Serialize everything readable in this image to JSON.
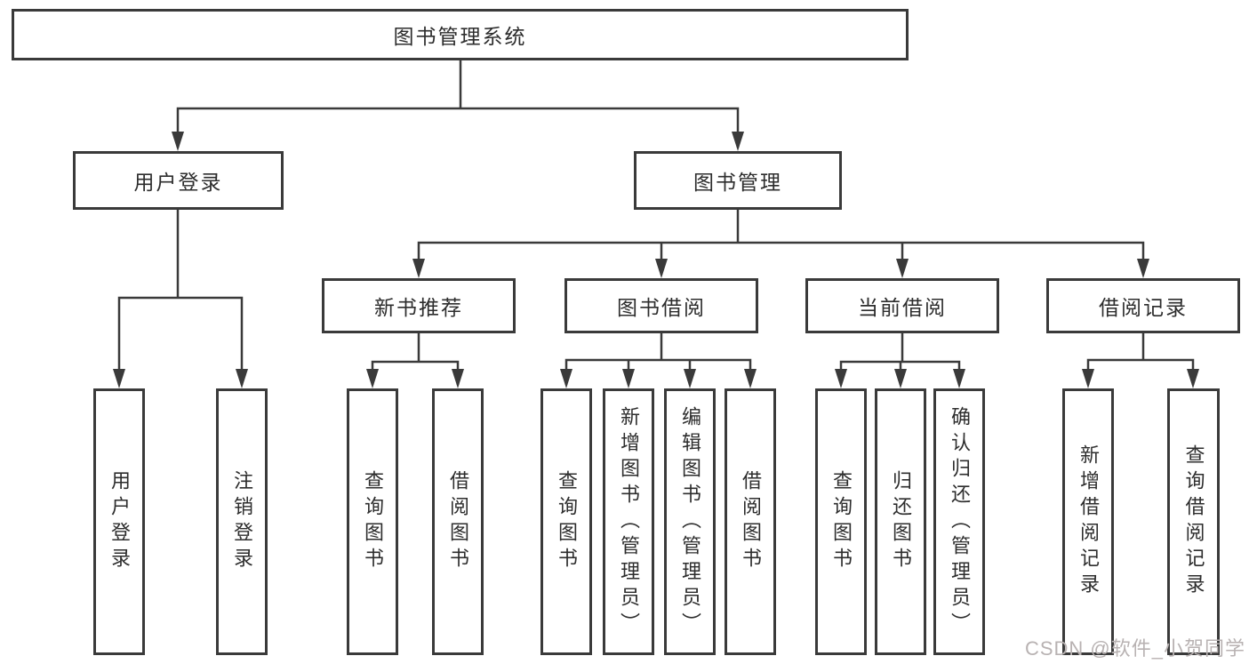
{
  "diagram_title": "图书管理系统",
  "colors": {
    "line": "#3a3a3a",
    "box_border": "#3a3a3a",
    "box_background": "#ffffff",
    "text": "#2d2d2d",
    "watermark": "#b8b2b2"
  },
  "tree": {
    "root": {
      "label": "图书管理系统",
      "children": [
        {
          "label": "用户登录",
          "children": [
            {
              "label": "用户登录"
            },
            {
              "label": "注销登录"
            }
          ]
        },
        {
          "label": "图书管理",
          "children": [
            {
              "label": "新书推荐",
              "children": [
                {
                  "label": "查询图书"
                },
                {
                  "label": "借阅图书"
                }
              ]
            },
            {
              "label": "图书借阅",
              "children": [
                {
                  "label": "查询图书"
                },
                {
                  "label": "新增图书（管理员）"
                },
                {
                  "label": "编辑图书（管理员）"
                },
                {
                  "label": "借阅图书"
                }
              ]
            },
            {
              "label": "当前借阅",
              "children": [
                {
                  "label": "查询图书"
                },
                {
                  "label": "归还图书"
                },
                {
                  "label": "确认归还（管理员）"
                }
              ]
            },
            {
              "label": "借阅记录",
              "children": [
                {
                  "label": "新增借阅记录"
                },
                {
                  "label": "查询借阅记录"
                }
              ]
            }
          ]
        }
      ]
    }
  },
  "watermark": {
    "text": "CSDN @软件_小贺同学"
  }
}
